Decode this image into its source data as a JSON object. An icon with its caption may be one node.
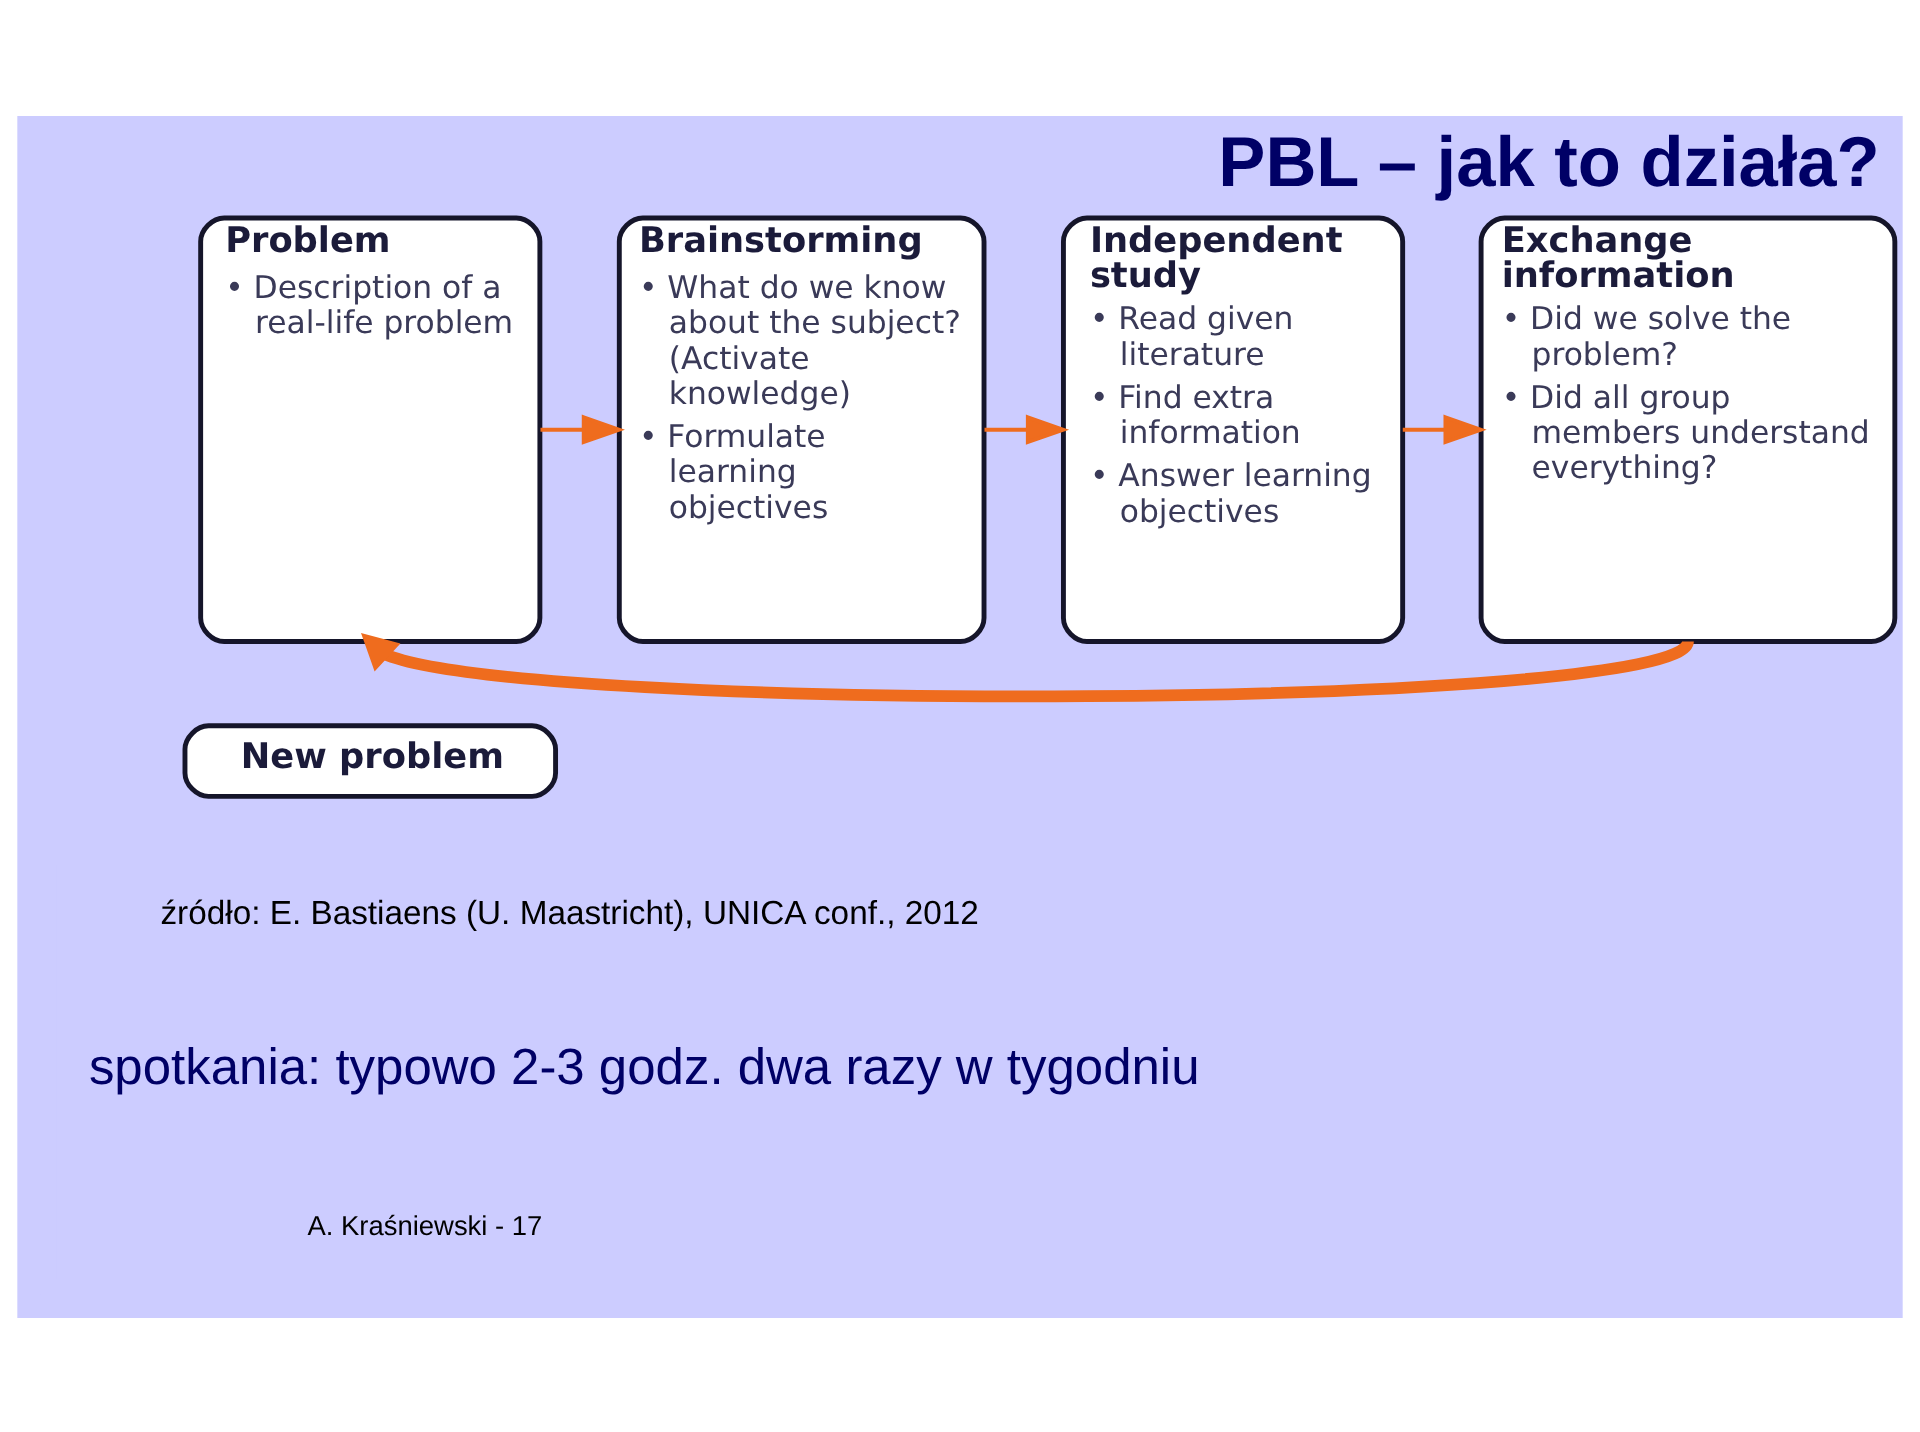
{
  "diagram": {
    "title": "PBL – jak to działa?",
    "nodes": [
      {
        "text": [
          "Problem",
          "• Description of a real-life problem"
        ]
      },
      {
        "text": [
          "Brainstorming",
          "• What do we know about the subject? (Activate knowledge)",
          "• Formulate learning objectives"
        ]
      },
      {
        "text": [
          "Independent study",
          "• Read given literature",
          "• Find extra information",
          "• Answer learning objectives"
        ]
      },
      {
        "text": [
          "Exchange information",
          "• Did we solve the problem?",
          "• Did all group members understand everything?"
        ]
      },
      {
        "text": [
          "New problem"
        ]
      }
    ],
    "edges": [
      {
        "from": 0,
        "to": 1,
        "arrow": "to"
      },
      {
        "from": 1,
        "to": 2,
        "arrow": "to"
      },
      {
        "from": 2,
        "to": 3,
        "arrow": "to"
      },
      {
        "from": 3,
        "to": 0,
        "arrow": "to",
        "style": "thick"
      }
    ],
    "labels": [
      "źródło: E. Bastiaens (U. Maastricht), UNICA conf., 2012",
      "spotkania: typowo 2-3 godz. dwa razy w tygodniu",
      "A. Kraśniewski - 17"
    ]
  }
}
